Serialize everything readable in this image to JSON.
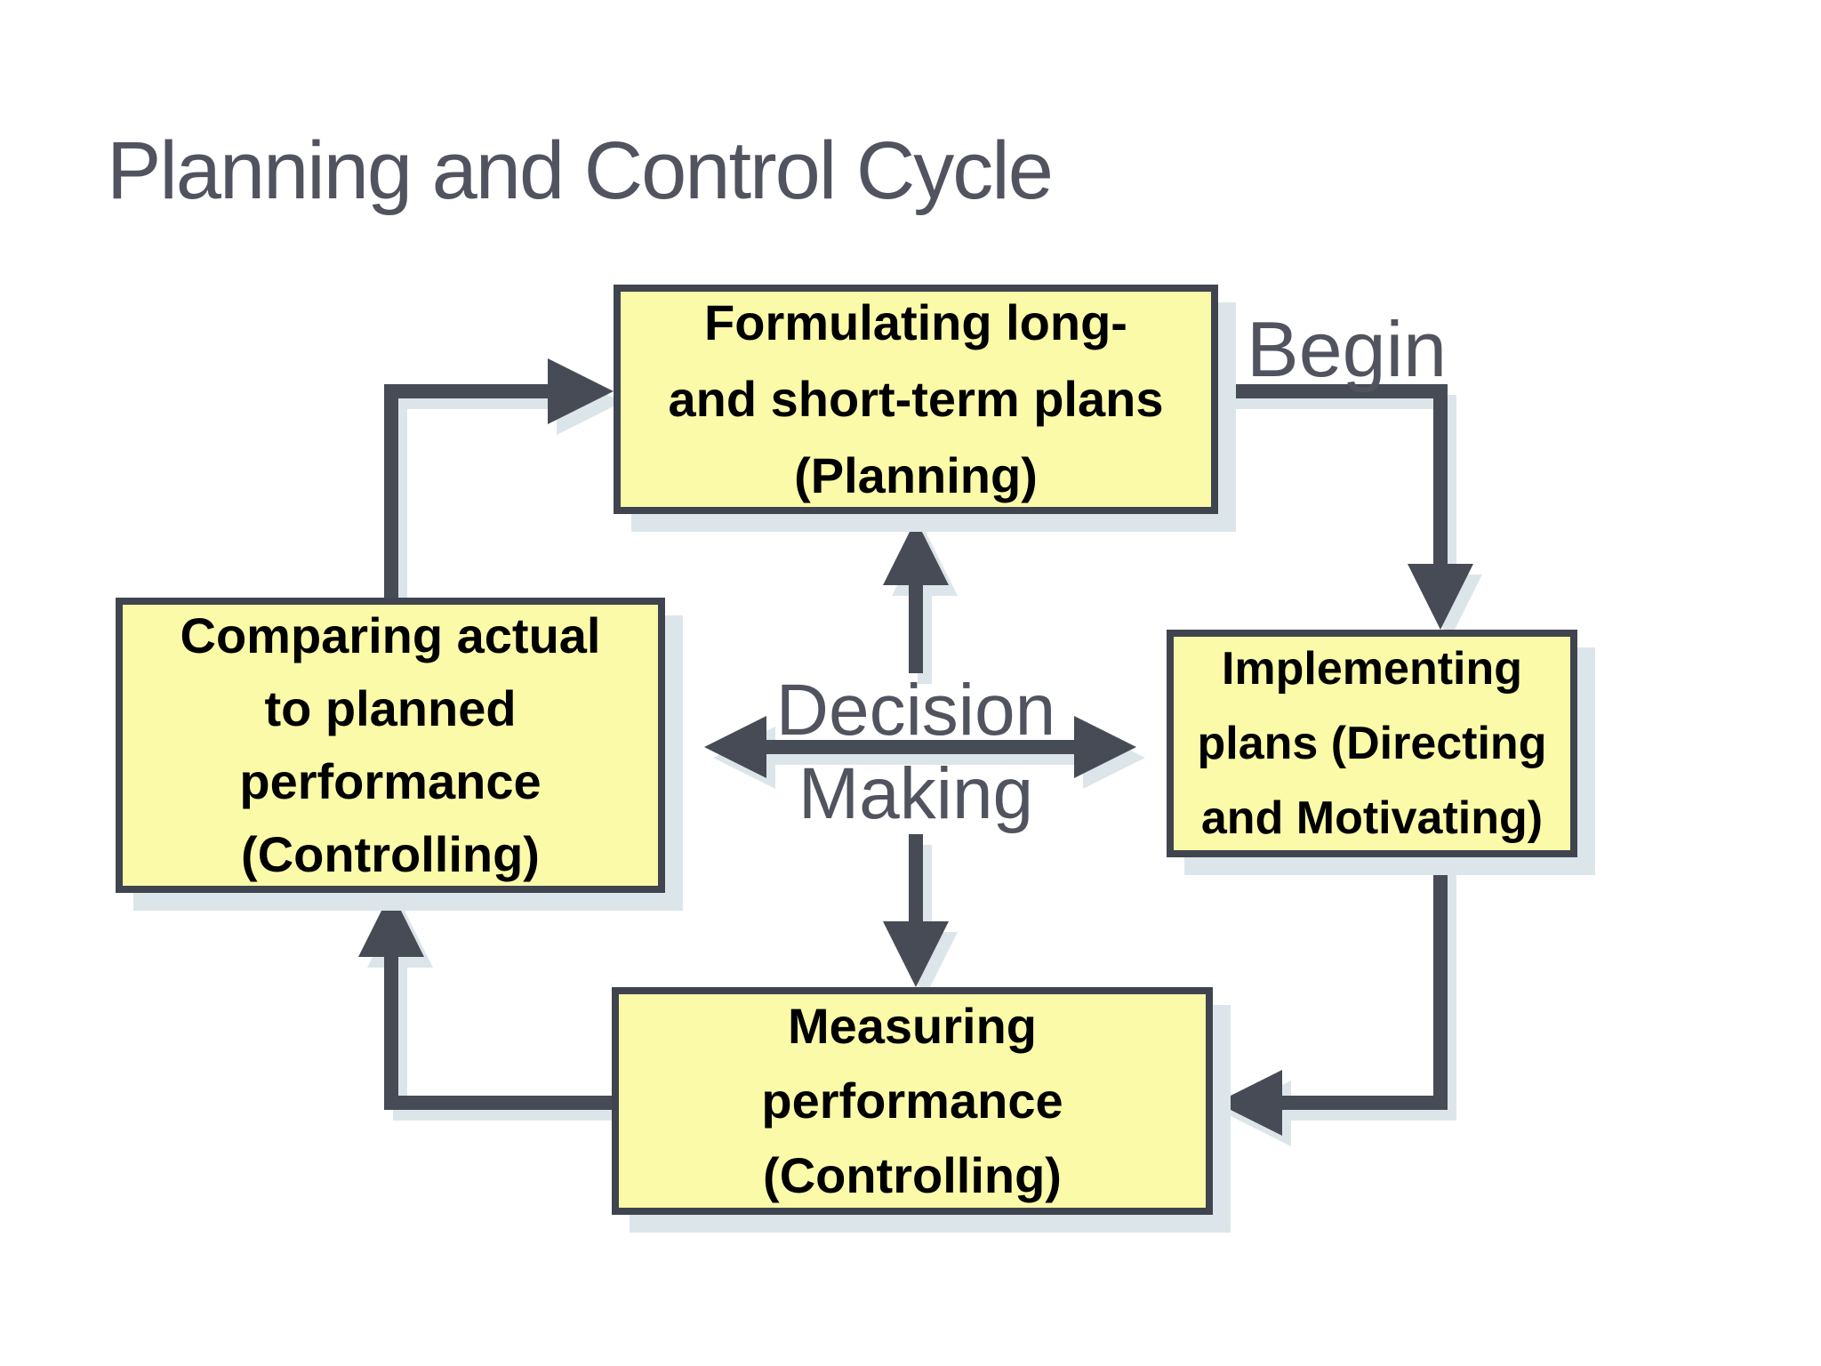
{
  "title": "Planning and Control Cycle",
  "begin_label": "Begin",
  "center": {
    "line1": "Decision",
    "line2": "Making"
  },
  "nodes": {
    "formulating": {
      "lines": [
        "Formulating long-",
        "and short-term plans",
        "(Planning)"
      ]
    },
    "implementing": {
      "lines": [
        "Implementing",
        "plans (Directing",
        "and Motivating)"
      ]
    },
    "measuring": {
      "lines": [
        "Measuring",
        "performance",
        "(Controlling)"
      ]
    },
    "comparing": {
      "lines": [
        "Comparing actual",
        "to planned",
        "performance",
        "(Controlling)"
      ]
    }
  },
  "colors": {
    "background": "#ffffff",
    "box-fill": "#fafaa9",
    "box-border": "#40444f",
    "box-text": "#000000",
    "arrow": "#474b55",
    "gray-text": "#51545e",
    "shadow": "#dce6ea"
  }
}
